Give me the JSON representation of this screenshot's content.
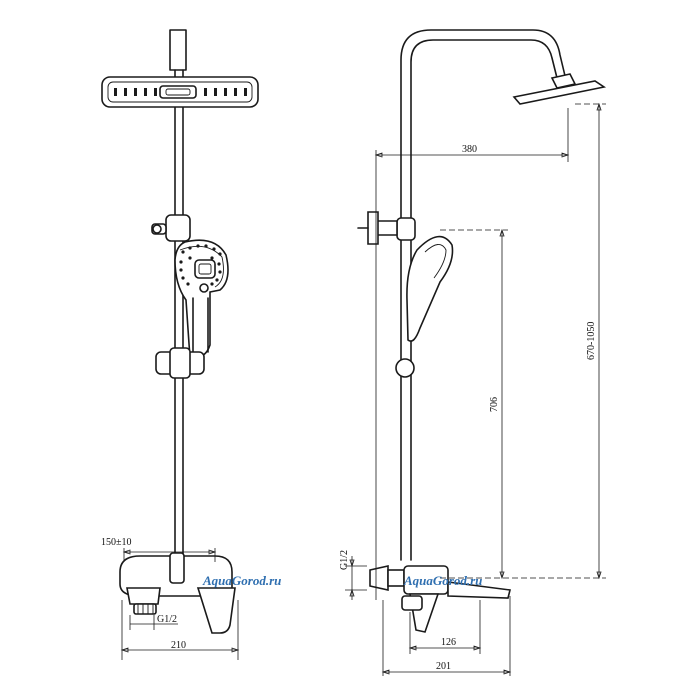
{
  "front_view": {
    "dim_150": "150±10",
    "dim_g12": "G1/2",
    "dim_210": "210"
  },
  "side_view": {
    "dim_380": "380",
    "dim_706": "706",
    "dim_670_1050": "670-1050",
    "dim_g12_vertical": "G1/2",
    "dim_126": "126",
    "dim_201": "201"
  },
  "watermarks": {
    "left": "AquaGorod.ru",
    "right": "AquaGorod.ru"
  }
}
